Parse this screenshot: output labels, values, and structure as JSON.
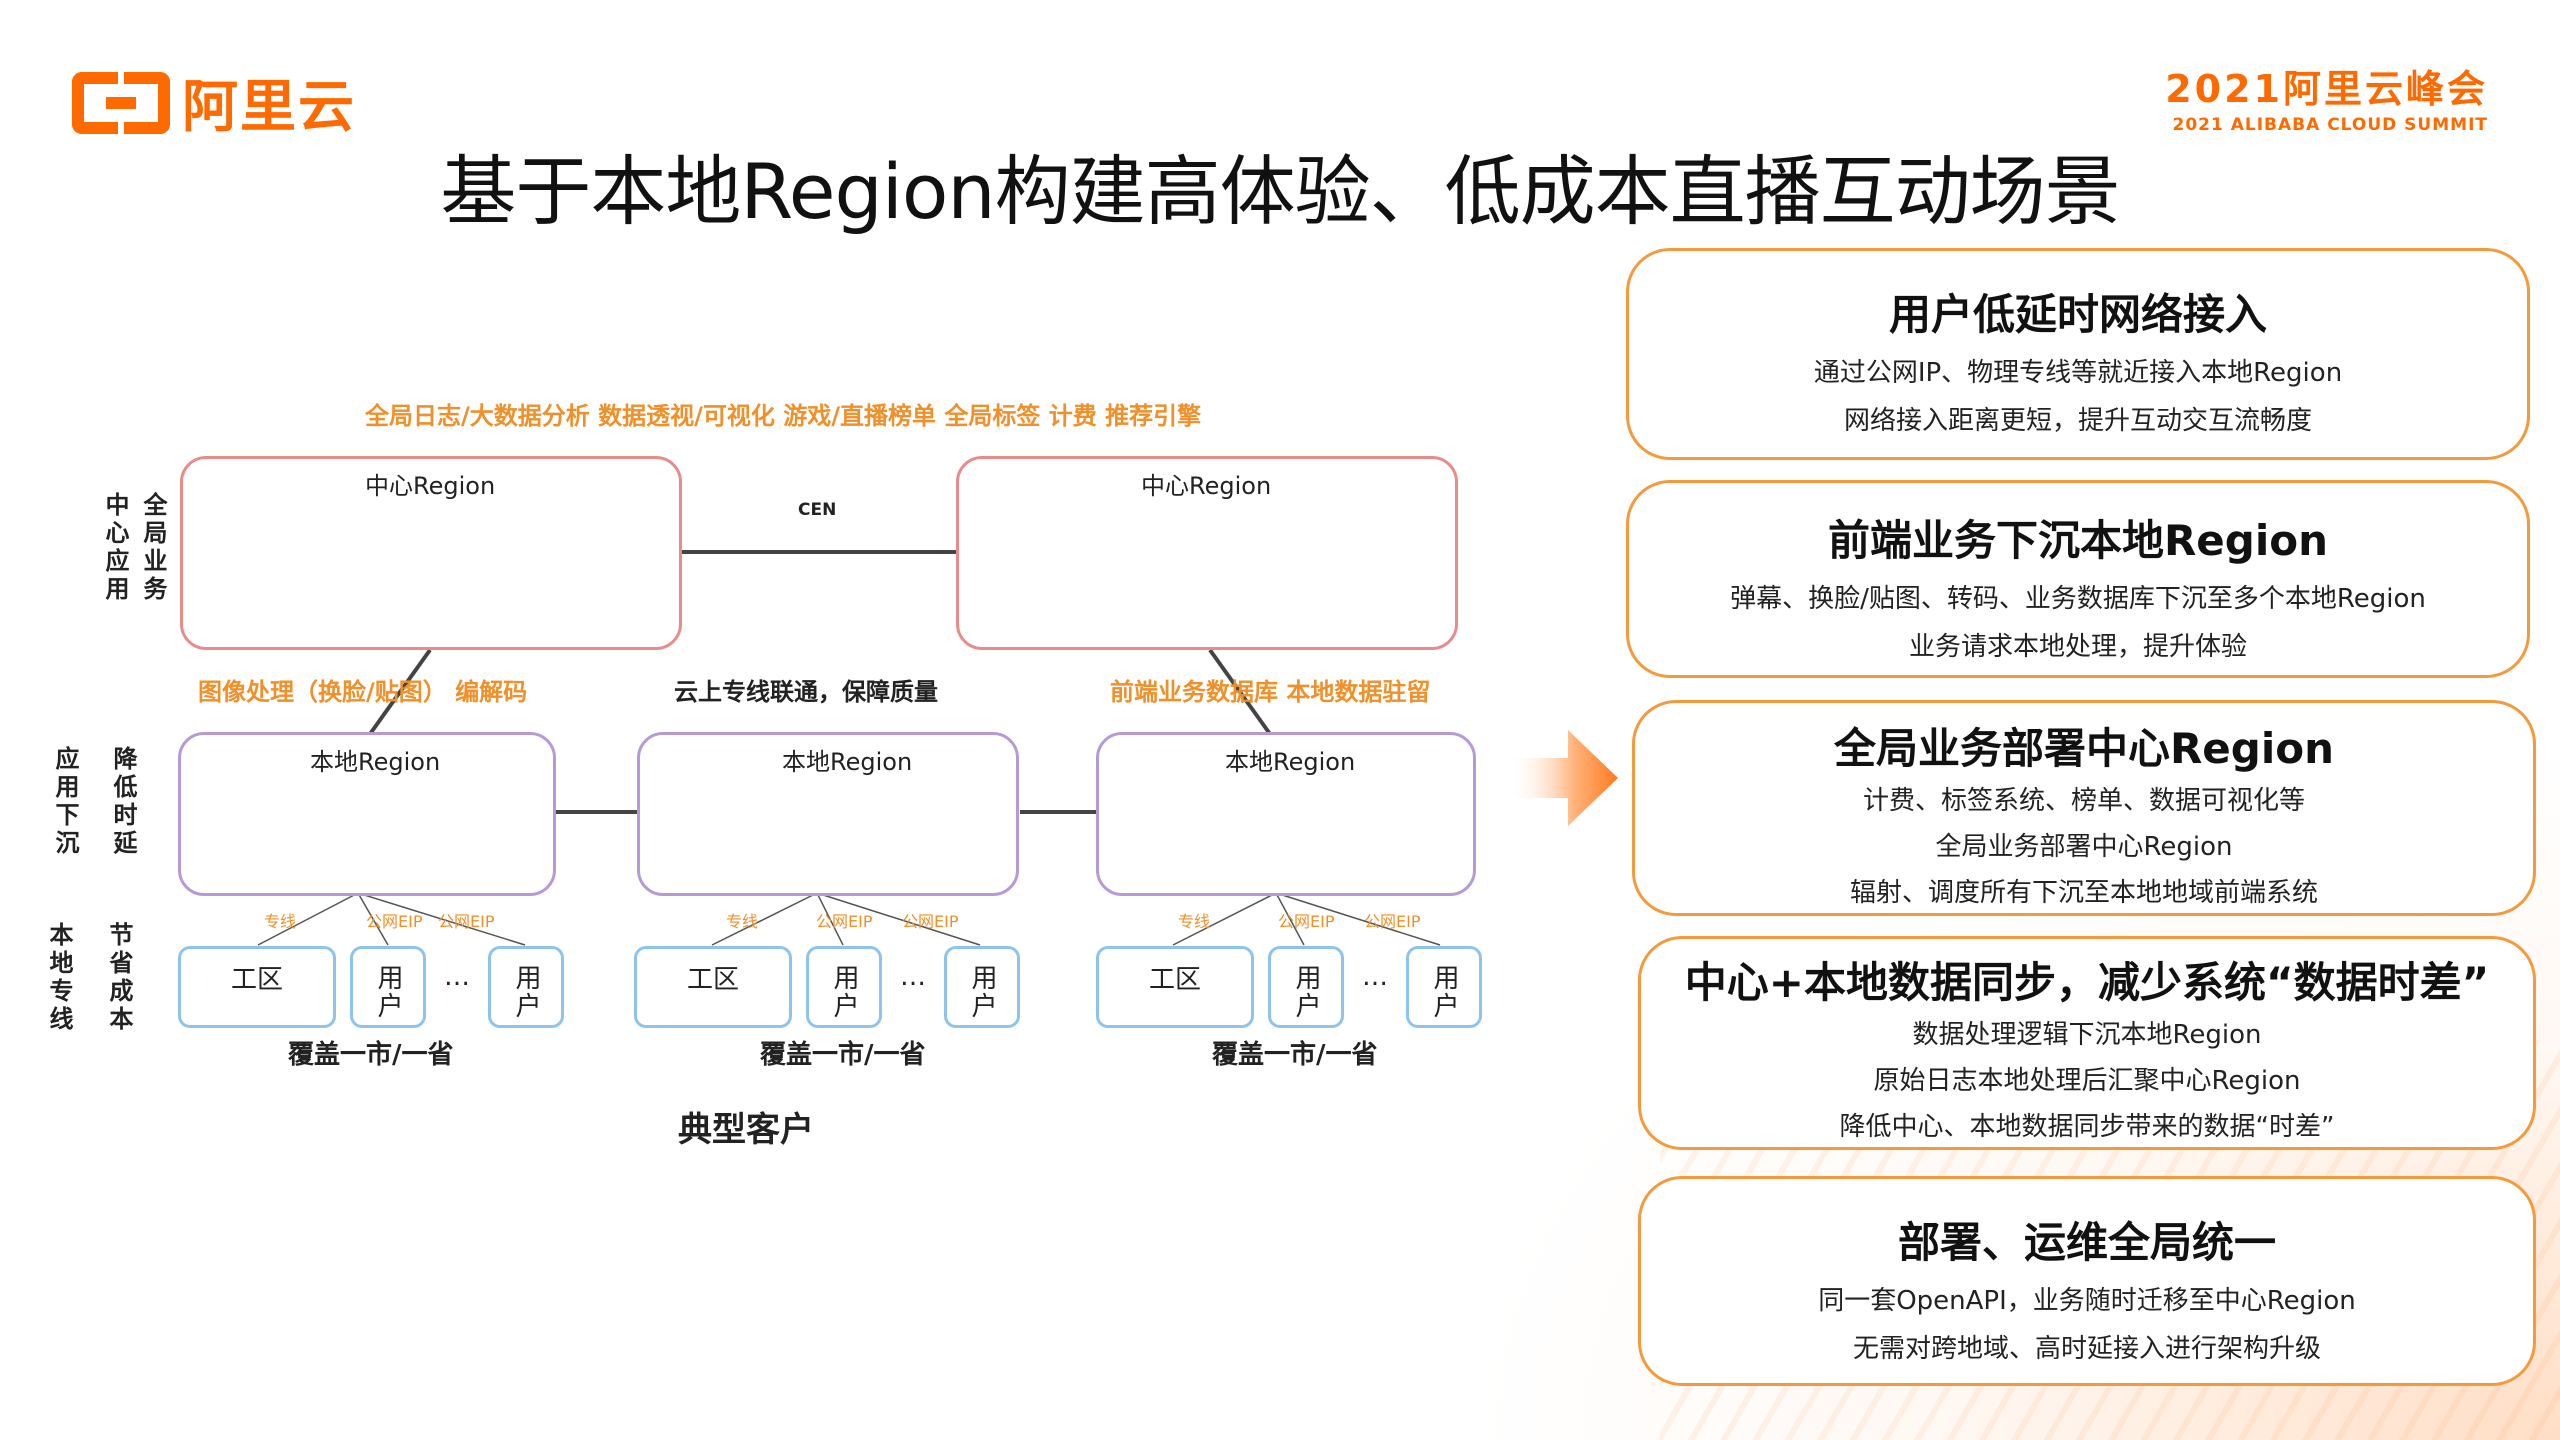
{
  "brand": {
    "logo_text": "阿里云",
    "summit_title": "2021阿里云峰会",
    "summit_sub": "2021 ALIBABA CLOUD SUMMIT"
  },
  "title": "基于本地Region构建高体验、低成本直播互动场景",
  "diagram": {
    "top_caption": "全局日志/大数据分析  数据透视/可视化  游戏/直播榜单  全局标签  计费  推荐引擎",
    "center_region_label": "中心Region",
    "cen_label": "CEN",
    "left_mid_caption": "图像处理（换脸/贴图）  编解码",
    "mid_caption": "云上专线联通，保障质量",
    "right_mid_caption": "前端业务数据库  本地数据驻留",
    "local_region_label": "本地Region",
    "link_zhuanxian": "专线",
    "link_eip": "公网EIP",
    "factory_label": "工区",
    "user_label": "用户",
    "ellipsis": "…",
    "coverage": "覆盖一市/一省",
    "customer_label": "典型客户",
    "row_labels": {
      "r1a": "全局业务",
      "r1b": "中心应用",
      "r2a": "降低时延",
      "r2b": "应用下沉",
      "r3a": "节省成本",
      "r3b": "本地专线"
    }
  },
  "panels": [
    {
      "title": "用户低延时网络接入",
      "lines": [
        "通过公网IP、物理专线等就近接入本地Region",
        "网络接入距离更短，提升互动交互流畅度"
      ]
    },
    {
      "title": "前端业务下沉本地Region",
      "lines": [
        "弹幕、换脸/贴图、转码、业务数据库下沉至多个本地Region",
        "业务请求本地处理，提升体验"
      ]
    },
    {
      "title": "全局业务部署中心Region",
      "lines": [
        "计费、标签系统、榜单、数据可视化等",
        "全局业务部署中心Region",
        "辐射、调度所有下沉至本地地域前端系统"
      ]
    },
    {
      "title": "中心+本地数据同步，减少系统“数据时差”",
      "lines": [
        "数据处理逻辑下沉本地Region",
        "原始日志本地处理后汇聚中心Region",
        "降低中心、本地数据同步带来的数据“时差”"
      ]
    },
    {
      "title": "部署、运维全局统一",
      "lines": [
        "同一套OpenAPI，业务随时迁移至中心Region",
        "无需对跨地域、高时延接入进行架构升级"
      ]
    }
  ],
  "colors": {
    "brand": "#ff6a00",
    "panel_border": "#f59a3c",
    "caption": "#f0902a",
    "center_border": "#e98b8b",
    "local_border": "#b59ad6",
    "customer_border": "#8ec3ee"
  },
  "icons": [
    "code-window-icon",
    "server-rack-icon",
    "database-icon",
    "arrow-right-icon"
  ]
}
